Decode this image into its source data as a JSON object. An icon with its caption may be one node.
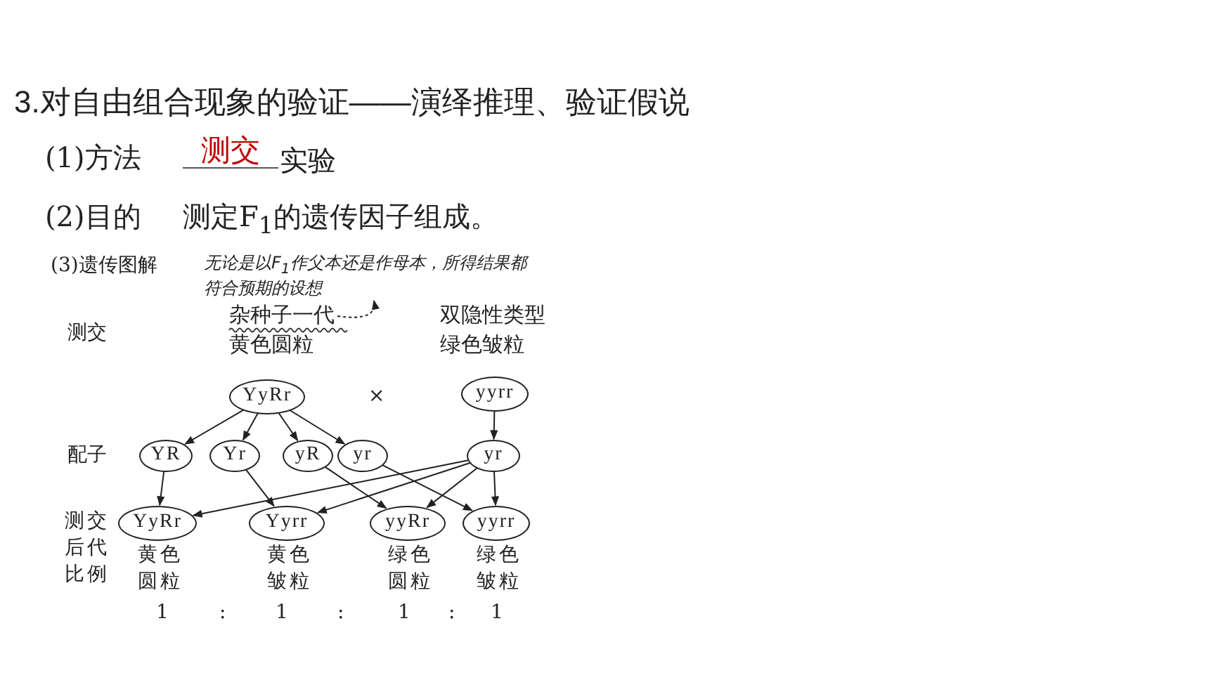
{
  "diagram": {
    "title": "3.对自由组合现象的验证——演绎推理、验证假说",
    "nodes": [
      {
        "text": [
          "无论是以F$_{1}$作父本还是作母本，所得结果都符合预期的设想"
        ]
      },
      {
        "text": [
          "杂种子一代",
          "黄色圆粒"
        ]
      },
      {
        "text": [
          "YyRr"
        ]
      },
      {
        "text": [
          "yyrr"
        ]
      },
      {
        "text": [
          "YR"
        ]
      },
      {
        "text": [
          "Yr"
        ]
      },
      {
        "text": [
          "yR"
        ]
      },
      {
        "text": [
          "yr"
        ]
      },
      {
        "text": [
          "yr"
        ]
      },
      {
        "text": [
          "YyRr"
        ]
      },
      {
        "text": [
          "Yyrr"
        ]
      },
      {
        "text": [
          "yyRr"
        ]
      },
      {
        "text": [
          "yyrr"
        ]
      }
    ],
    "edges": [
      {
        "from": 1,
        "to": 0,
        "arrow": "to",
        "style": "dashed"
      },
      {
        "from": 2,
        "to": 4,
        "arrow": "to"
      },
      {
        "from": 2,
        "to": 5,
        "arrow": "to"
      },
      {
        "from": 2,
        "to": 6,
        "arrow": "to"
      },
      {
        "from": 2,
        "to": 7,
        "arrow": "to"
      },
      {
        "from": 3,
        "to": 8,
        "arrow": "to"
      },
      {
        "from": 4,
        "to": 9,
        "arrow": "to"
      },
      {
        "from": 5,
        "to": 10,
        "arrow": "to"
      },
      {
        "from": 6,
        "to": 11,
        "arrow": "to"
      },
      {
        "from": 7,
        "to": 12,
        "arrow": "to"
      },
      {
        "from": 8,
        "to": 9,
        "arrow": "to"
      },
      {
        "from": 8,
        "to": 10,
        "arrow": "to"
      },
      {
        "from": 8,
        "to": 11,
        "arrow": "to"
      },
      {
        "from": 8,
        "to": 12,
        "arrow": "to"
      }
    ],
    "labels": [
      "(1)方法",
      "测交",
      "实验",
      "(2)目的",
      "测定F$_{1}$的遗传因子组成。",
      "(3)遗传图解",
      "测交",
      "双隐性类型",
      "绿色皱粒",
      "×",
      "配子",
      "测交后代比例",
      "黄色圆粒",
      "黄色皱粒",
      "绿色圆粒",
      "绿色皱粒",
      "1",
      ":",
      "1",
      ":",
      "1",
      ":",
      "1"
    ]
  }
}
